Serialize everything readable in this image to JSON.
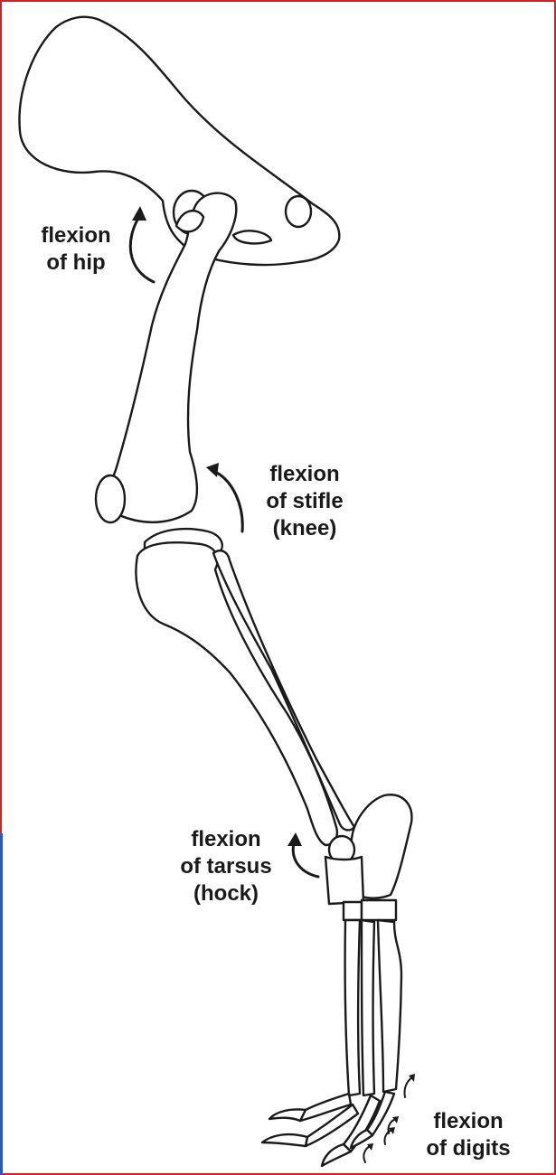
{
  "labels": {
    "hip": {
      "line1": "flexion",
      "line2": "of hip"
    },
    "stifle": {
      "line1": "flexion",
      "line2": "of stifle",
      "line3": "(knee)"
    },
    "tarsus": {
      "line1": "flexion",
      "line2": "of tarsus",
      "line3": "(hock)"
    },
    "digits": {
      "line1": "flexion",
      "line2": "of digits"
    }
  },
  "colors": {
    "frame_border": "#d42020",
    "left_edge_accent": "#2a56c6",
    "line": "#1a1a1a"
  },
  "icons": {
    "hip_arrow": "curved-arrow-icon",
    "stifle_arrow": "curved-arrow-icon",
    "tarsus_arrow": "curved-arrow-icon",
    "digit_arrows": "small-curved-arrow-icon"
  }
}
